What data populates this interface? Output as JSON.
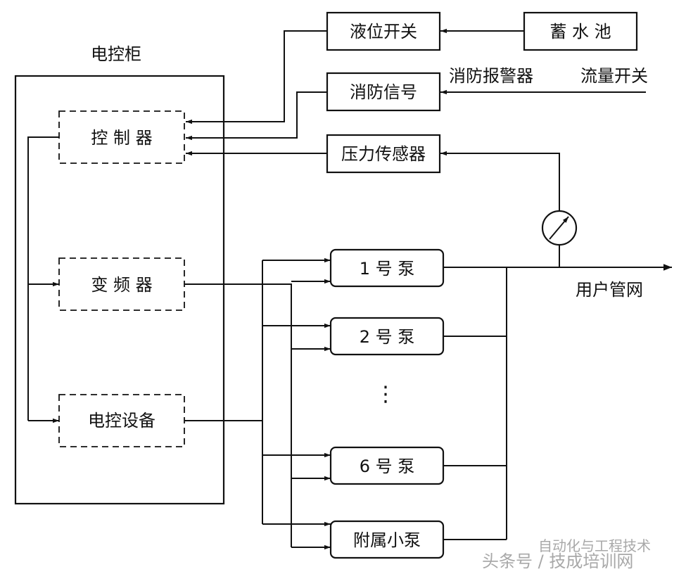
{
  "cabinet": {
    "title": "电控柜"
  },
  "inner_blocks": {
    "controller": "控 制 器",
    "inverter": "变 频 器",
    "control_equipment": "电控设备"
  },
  "inputs": {
    "level_switch": "液位开关",
    "reservoir": "蓄 水 池",
    "fire_signal": "消防信号",
    "fire_alarm": "消防报警器",
    "flow_switch": "流量开关",
    "pressure_sensor": "压力传感器"
  },
  "pumps": {
    "pump1": "1 号 泵",
    "pump2": "2 号 泵",
    "pump6": "6 号 泵",
    "aux_pump": "附属小泵",
    "ellipsis": "⋮"
  },
  "outputs": {
    "user_network": "用户管网"
  },
  "watermark": {
    "text": "头条号 / 技成培训网",
    "overlay": "自动化与工程技术"
  }
}
